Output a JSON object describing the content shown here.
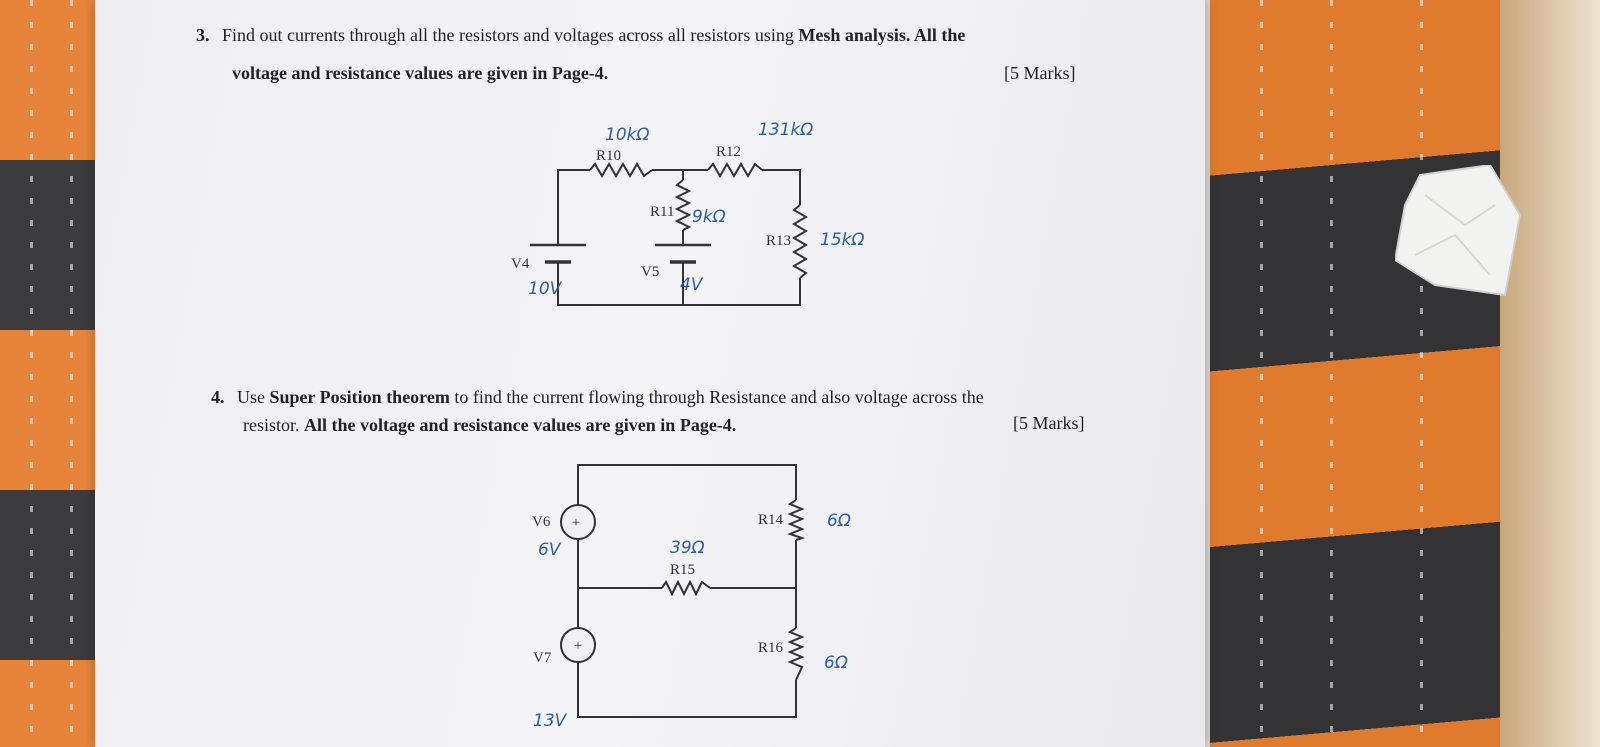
{
  "q3": {
    "number": "3.",
    "line1_plain": "Find out currents through all the resistors and voltages across all resistors using ",
    "line1_bold": "Mesh analysis. All the",
    "line2_bold": "voltage and resistance values are given in Page-4.",
    "marks": "[5 Marks]"
  },
  "q4": {
    "number": "4.",
    "line1_plain_a": "Use ",
    "line1_bold": "Super Position theorem",
    "line1_plain_b": " to find the current flowing through Resistance and also voltage across the",
    "line2_plain": "resistor. ",
    "line2_bold": "All the voltage and resistance values are given in Page-4.",
    "marks": "[5 Marks]"
  },
  "circuit1": {
    "labels": {
      "r10": "R10",
      "r11": "R11",
      "r12": "R12",
      "r13": "R13",
      "v4": "V4",
      "v5": "V5"
    },
    "handwritten": {
      "r10": "10kΩ",
      "r11": "9kΩ",
      "r12": "131kΩ",
      "r13": "15kΩ",
      "v4": "10V",
      "v5": "4V"
    }
  },
  "circuit2": {
    "labels": {
      "v6": "V6",
      "v7": "V7",
      "r14": "R14",
      "r15": "R15",
      "r16": "R16",
      "plus": "+"
    },
    "handwritten": {
      "v6": "6V",
      "v7": "13V",
      "r14": "6Ω",
      "r15": "39Ω",
      "r16": "6Ω"
    }
  }
}
